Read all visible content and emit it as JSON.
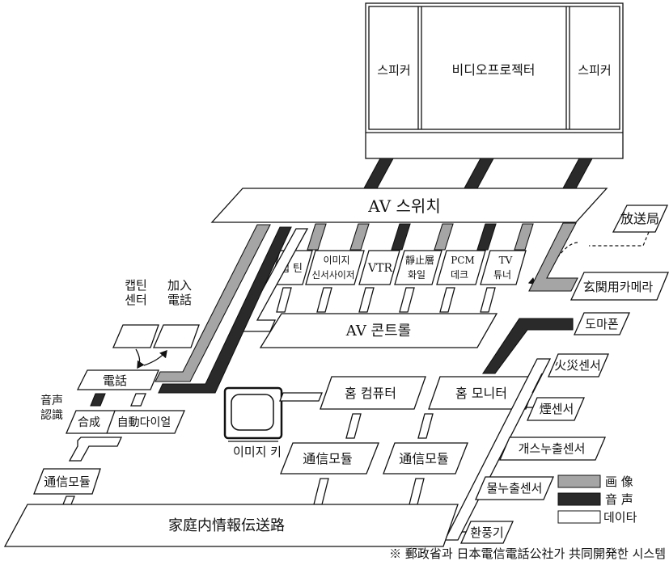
{
  "projector": {
    "speaker_left": "스피커",
    "screen": "비디오프로젝터",
    "speaker_right": "스피커"
  },
  "av_switch": "AV 스위치",
  "broadcast_station": "放送局",
  "entrance_camera": "玄関用카메라",
  "devices": [
    {
      "line1": "캡  틴"
    },
    {
      "line1": "이미지",
      "line2": "신서사이저"
    },
    {
      "line1": "VTR"
    },
    {
      "line1": "靜止層",
      "line2": "화일"
    },
    {
      "line1": "PCM",
      "line2": "데크"
    },
    {
      "line1": "TV",
      "line2": "튜너"
    }
  ],
  "av_control": "AV 콘트롤",
  "door_phone": "도마폰",
  "captain_center": {
    "line1": "캡틴",
    "line2": "센터"
  },
  "subscriber_phone": {
    "line1": "加入",
    "line2": "電話"
  },
  "telephone": "電話",
  "voice_recognition": {
    "line1": "音声",
    "line2": "認識"
  },
  "synthesis": "合成",
  "auto_dial": "自動다이얼",
  "comm_module_left": "通信모듈",
  "image_key": "이미지 키",
  "home_computer": "홈 컴퓨터",
  "home_monitor": "홈 모니터",
  "comm_module_center": "通信모듈",
  "comm_module_right": "通信모듈",
  "bus": "家庭内情報伝送路",
  "sensors": [
    "火災센서",
    "煙센서",
    "개스누출센서",
    "물누출센서",
    "환풍기"
  ],
  "legend": [
    {
      "label": "画 像",
      "color": "#a5a5a5"
    },
    {
      "label": "音 声",
      "color": "#2a2a2a"
    },
    {
      "label": "데이타",
      "color": "#ffffff"
    }
  ],
  "footnote": "※ 郵政省과 日本電信電話公社가 共同開発한 시스템"
}
